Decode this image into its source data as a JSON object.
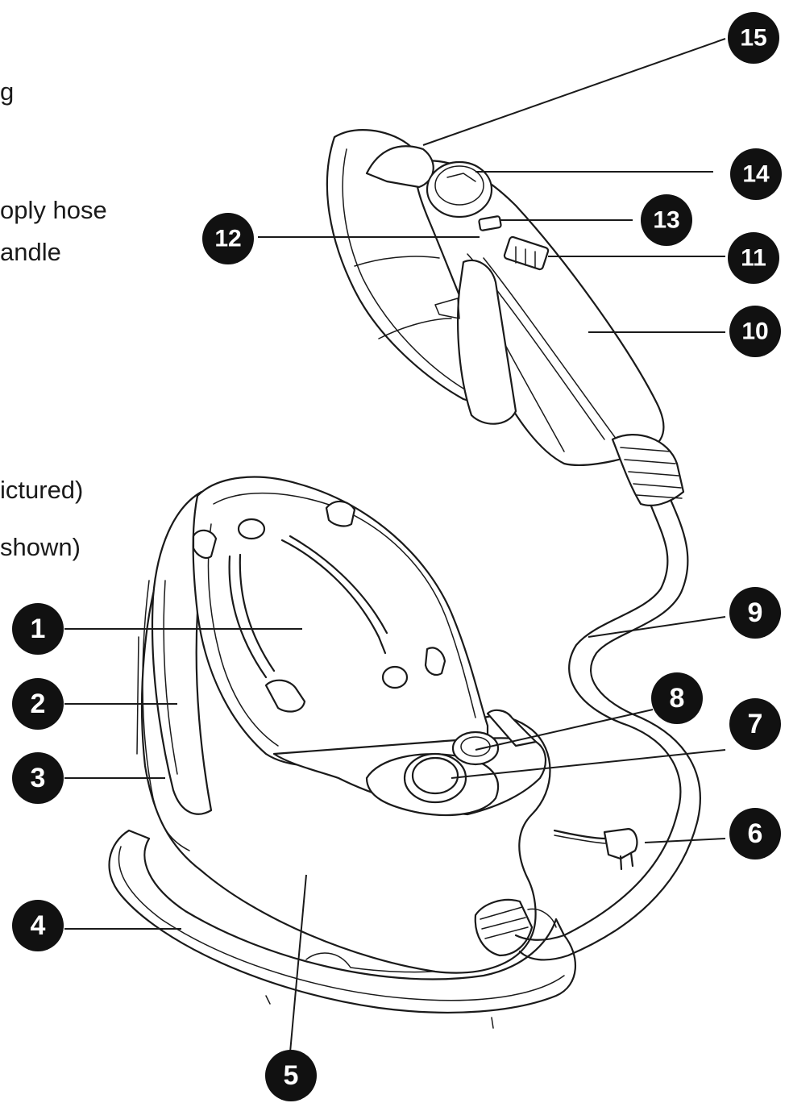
{
  "side_text": {
    "line1": "g",
    "line2": "oply hose",
    "line3": "andle",
    "line4": "ictured)",
    "line5": " shown)"
  },
  "callouts": {
    "c1": "1",
    "c2": "2",
    "c3": "3",
    "c4": "4",
    "c5": "5",
    "c6": "6",
    "c7": "7",
    "c8": "8",
    "c9": "9",
    "c10": "10",
    "c11": "11",
    "c12": "12",
    "c13": "13",
    "c14": "14",
    "c15": "15"
  }
}
